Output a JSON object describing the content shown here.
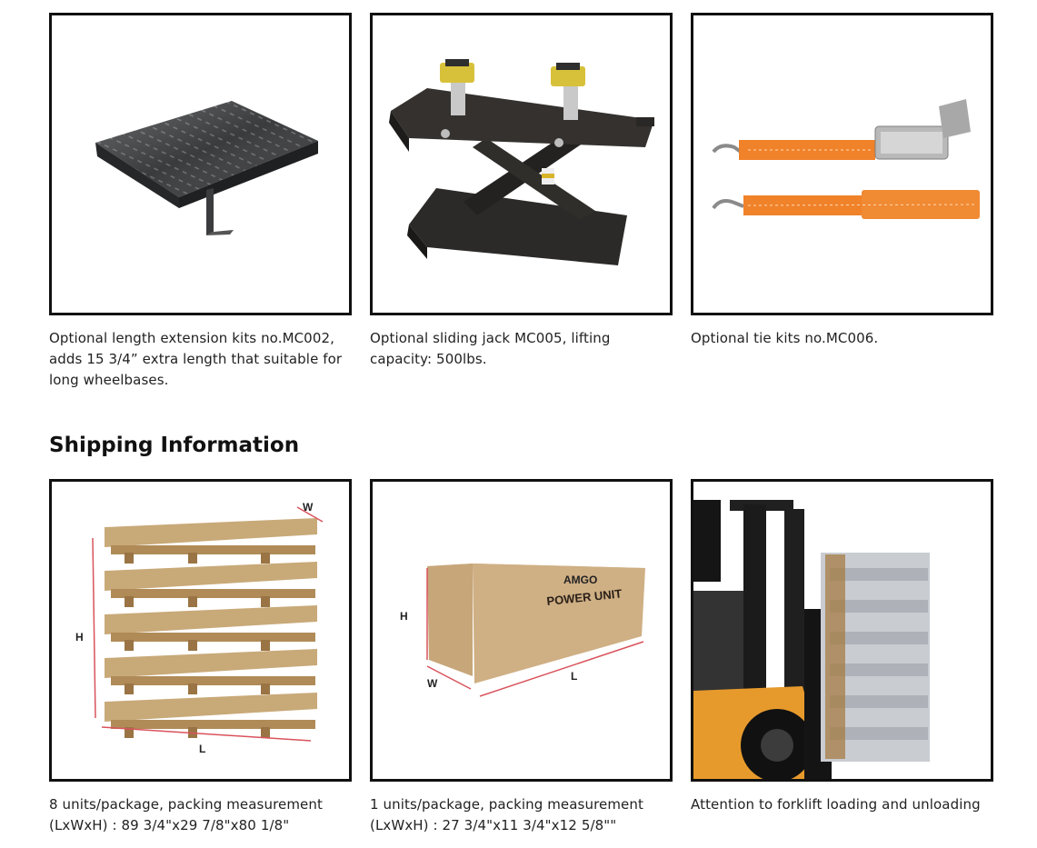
{
  "accessories": [
    {
      "image_label": "extension-plate-image",
      "caption": "Optional length extension kits no.MC002, adds 15 3/4” extra length that suitable for long wheelbases."
    },
    {
      "image_label": "sliding-jack-image",
      "caption": "Optional sliding jack MC005, lifting capacity: 500lbs."
    },
    {
      "image_label": "tie-straps-image",
      "caption": "Optional tie kits no.MC006."
    }
  ],
  "shipping": {
    "title": "Shipping Information",
    "items": [
      {
        "image_label": "stacked-pallets-image",
        "caption": "8 units/package, packing measurement (LxWxH) : 89 3/4\"x29 7/8\"x80 1/8\"",
        "dims": {
          "h": "H",
          "w": "W",
          "l": "L"
        }
      },
      {
        "image_label": "power-unit-box-image",
        "caption": "1 units/package, packing measurement (LxWxH) : 27 3/4\"x11 3/4\"x12 5/8\"\"",
        "dims": {
          "h": "H",
          "w": "W",
          "l": "L"
        },
        "box_brand": "AMGO",
        "box_text": "POWER UNIT"
      },
      {
        "image_label": "forklift-image",
        "caption": "Attention to forklift loading and unloading"
      }
    ]
  }
}
